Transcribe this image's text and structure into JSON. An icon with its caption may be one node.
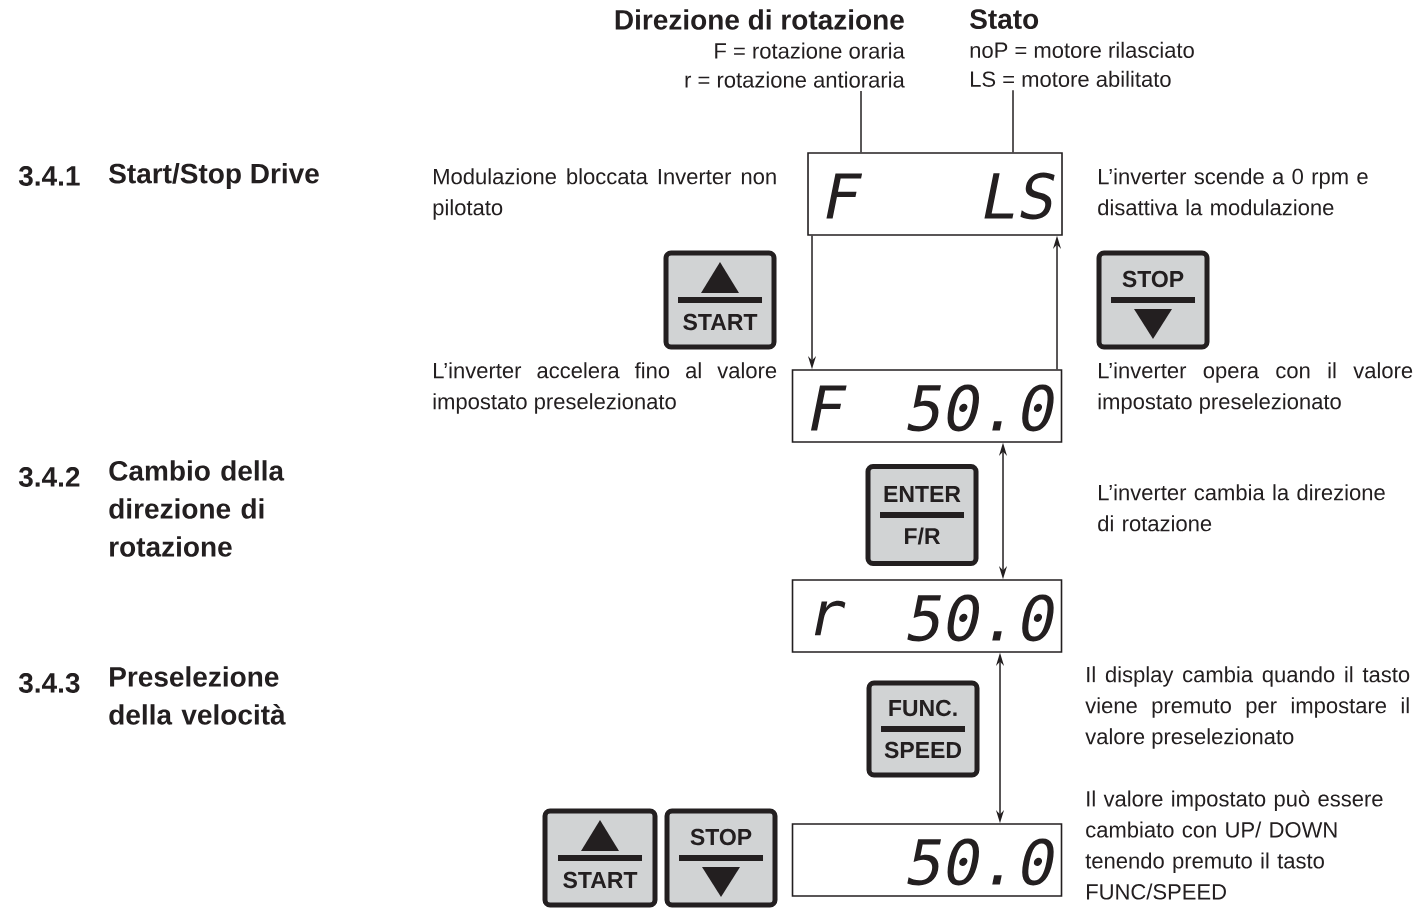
{
  "diagram": {
    "nodes": [
      {
        "text": [
          "Direzione di rotazione",
          "F = rotazione oraria",
          "r = rotazione antioraria"
        ]
      },
      {
        "text": [
          "Stato",
          "noP = motore rilasciato",
          "LS = motore abilitato"
        ]
      },
      {
        "text": [
          "F",
          "LS"
        ]
      },
      {
        "text": [
          "START"
        ]
      },
      {
        "text": [
          "STOP"
        ]
      },
      {
        "text": [
          "F",
          "50.0"
        ]
      },
      {
        "text": [
          "ENTER",
          "F/R"
        ]
      },
      {
        "text": [
          "r",
          "50.0"
        ]
      },
      {
        "text": [
          "FUNC.",
          "SPEED"
        ]
      },
      {
        "text": [
          "50.0"
        ]
      },
      {
        "text": [
          "START"
        ]
      },
      {
        "text": [
          "STOP"
        ]
      }
    ],
    "edges": [
      {
        "from": 0,
        "to": 2,
        "arrow": "none"
      },
      {
        "from": 1,
        "to": 2,
        "arrow": "none"
      },
      {
        "from": 2,
        "to": 5,
        "arrow": "to"
      },
      {
        "from": 5,
        "to": 2,
        "arrow": "to"
      },
      {
        "from": 5,
        "to": 7,
        "arrow": "both"
      },
      {
        "from": 7,
        "to": 9,
        "arrow": "both"
      }
    ],
    "labels": [
      "3.4.1",
      "Start/Stop Drive",
      "Modulazione bloccata Inverter non pilotato",
      "L’inverter scende a 0 rpm e disattiva la modulazione",
      "L’inverter accelera fino al valore impostato preselezionato",
      "L’inverter opera con il valore impostato preselezionato",
      "3.4.2",
      "Cambio della direzione di rotazione",
      "L’inverter cambia la direzione di rotazione",
      "3.4.3",
      "Preselezione della velocità",
      "Il display cambia quando il tasto viene premuto per impostare il valore preselezionato",
      "Il valore impostato può essere cambiato con UP/ DOWN tenendo premuto il tasto FUNC/SPEED"
    ]
  }
}
